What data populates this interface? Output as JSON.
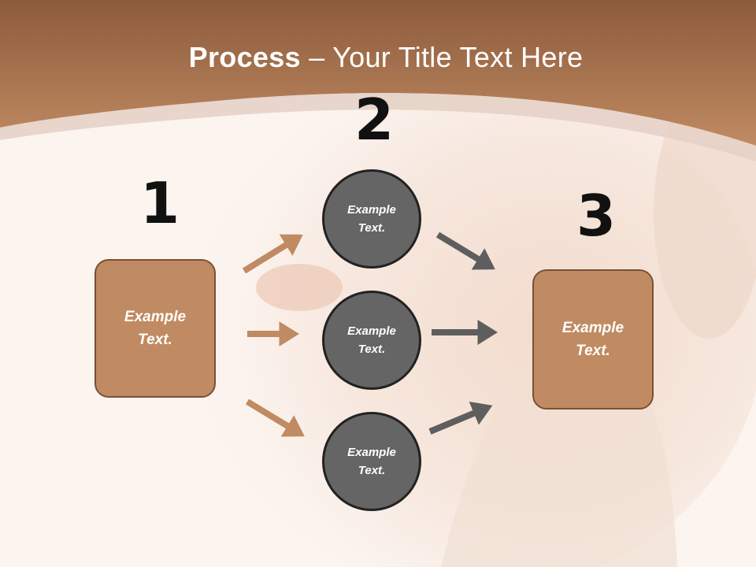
{
  "title": {
    "bold": "Process",
    "rest": " – Your Title Text Here"
  },
  "steps": {
    "one": {
      "number": "1",
      "text": "Example\nText."
    },
    "two": {
      "number": "2"
    },
    "three": {
      "number": "3",
      "text": "Example\nText."
    }
  },
  "circles": [
    {
      "text": "Example\nText."
    },
    {
      "text": "Example\nText."
    },
    {
      "text": "Example\nText."
    }
  ],
  "colors": {
    "accent_brown": "#c08a62",
    "box_border": "#7a5036",
    "circle_fill": "#656565",
    "arrow_gray": "#5e5e5e"
  }
}
